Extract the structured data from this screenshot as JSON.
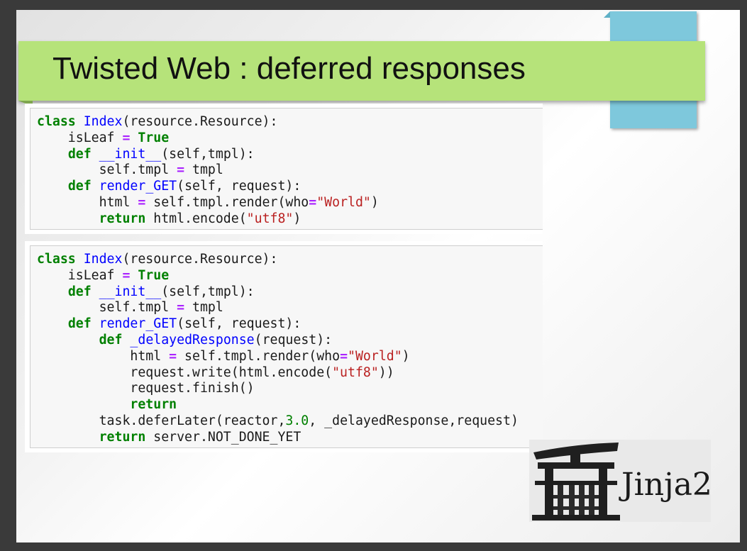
{
  "slide": {
    "title": "Twisted Web : deferred responses",
    "logo_text": "Jinja2",
    "colors": {
      "title_bar": "#b6e37a",
      "accent_tab": "#7ec8dc"
    }
  },
  "code_blocks": [
    {
      "lines": [
        "class Index(resource.Resource):",
        "    isLeaf = True",
        "    def __init__(self,tmpl):",
        "        self.tmpl = tmpl",
        "    def render_GET(self, request):",
        "        html = self.tmpl.render(who=\"World\")",
        "        return html.encode(\"utf8\")"
      ]
    },
    {
      "lines": [
        "class Index(resource.Resource):",
        "    isLeaf = True",
        "    def __init__(self,tmpl):",
        "        self.tmpl = tmpl",
        "    def render_GET(self, request):",
        "        def _delayedResponse(request):",
        "            html = self.tmpl.render(who=\"World\")",
        "            request.write(html.encode(\"utf8\"))",
        "            request.finish()",
        "            return",
        "        task.deferLater(reactor,3.0, _delayedResponse,request)",
        "        return server.NOT_DONE_YET"
      ]
    }
  ]
}
